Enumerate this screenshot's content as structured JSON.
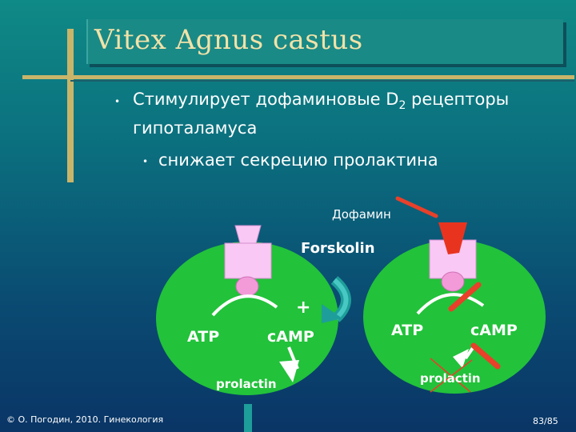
{
  "slide": {
    "title": "Vitex Agnus castus",
    "bullet1_text": "Стимулирует дофаминовые D",
    "bullet1_sub": "2",
    "bullet1_rest": " рецепторы гипоталамуса",
    "bullet2": "снижает секрецию пролактина"
  },
  "diagram": {
    "dopamine_label": "Дофамин",
    "forskolin_label": "Forskolin",
    "plus_sign": "+",
    "left_cell": {
      "atp": "ATP",
      "camp": "cAMP",
      "prolactin": "prolactin"
    },
    "right_cell": {
      "atp": "ATP",
      "camp": "cAMP",
      "prolactin": "prolactin"
    }
  },
  "footer": {
    "copyright": "© О. Погодин, 2010. Гинекология",
    "page": "83",
    "total": "/85"
  },
  "colors": {
    "cell_green": "#22c23a",
    "receptor_pink": "#f9c8f4",
    "gold_text": "#f2e2a8",
    "inhibit_red": "#e8402a"
  }
}
